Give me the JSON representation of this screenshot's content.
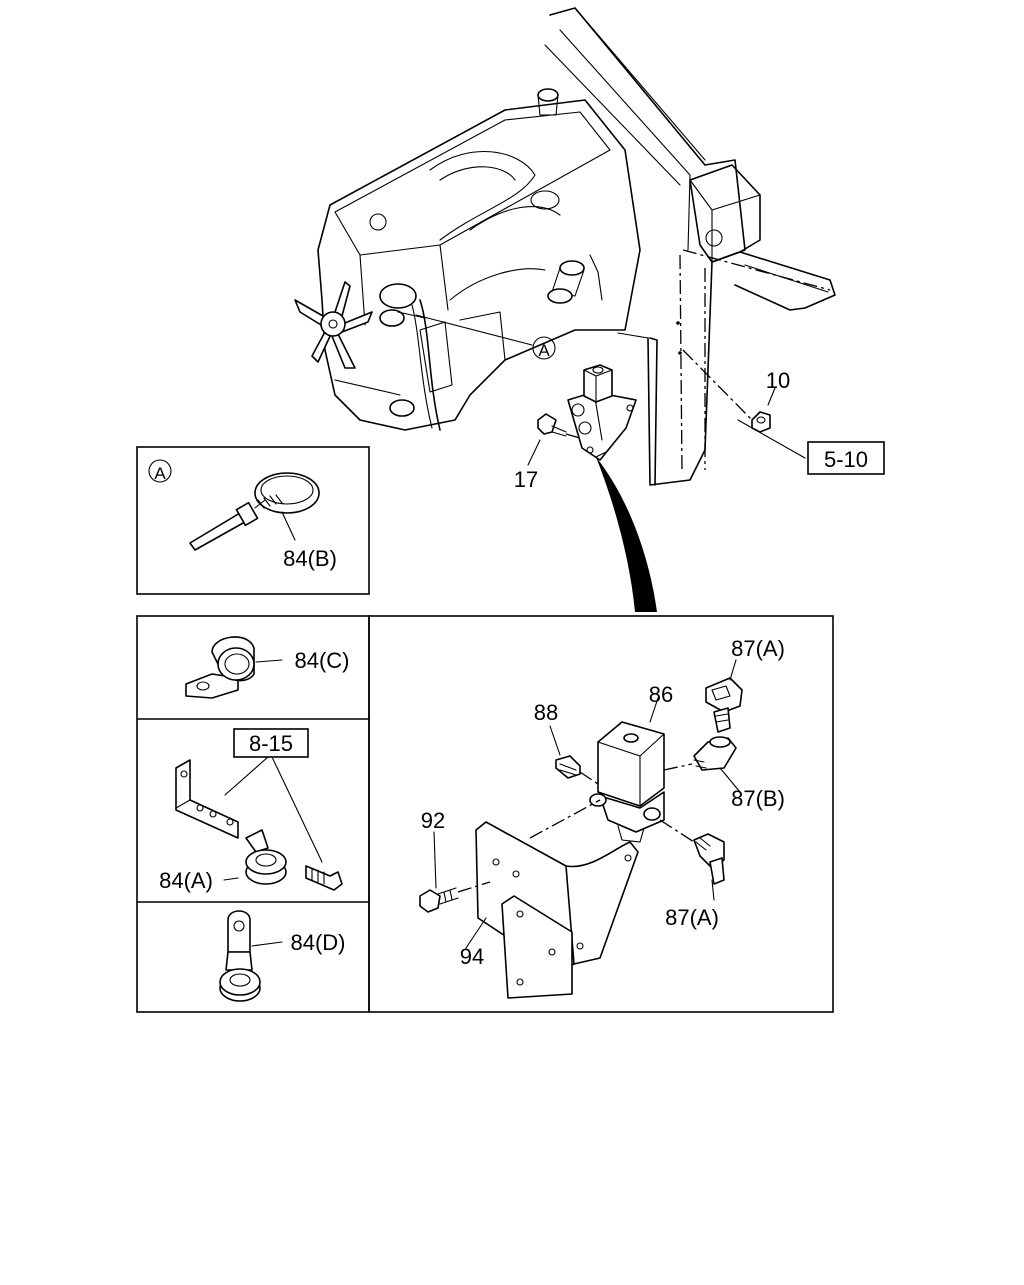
{
  "callouts": {
    "detail_a_marker": "A",
    "detail_a_header": "A",
    "part_10": "10",
    "ref_5_10": "5-10",
    "part_17": "17",
    "part_84b": "84(B)",
    "part_84c": "84(C)",
    "ref_8_15": "8-15",
    "part_84a": "84(A)",
    "part_84d": "84(D)",
    "part_87a_top": "87(A)",
    "part_86": "86",
    "part_88": "88",
    "part_87b": "87(B)",
    "part_92": "92",
    "part_87a_bottom": "87(A)",
    "part_94": "94"
  }
}
